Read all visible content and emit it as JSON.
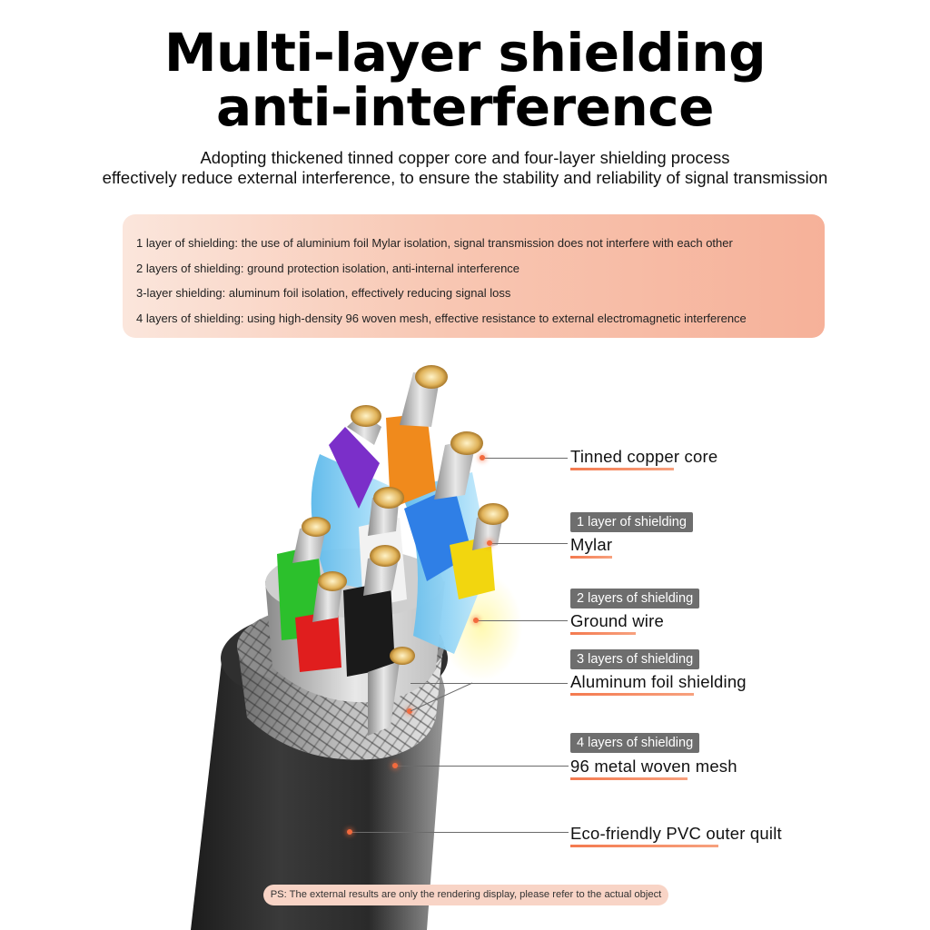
{
  "header": {
    "title_line1": "Multi-layer shielding",
    "title_line2": "anti-interference",
    "subtitle_line1": "Adopting thickened tinned copper core and four-layer shielding process",
    "subtitle_line2": "effectively reduce external interference, to ensure the stability and reliability of signal transmission"
  },
  "info_box": {
    "lines": [
      "1 layer of shielding: the use of aluminium foil Mylar isolation, signal transmission does not interfere with each other",
      "2 layers of shielding: ground protection isolation, anti-internal interference",
      "3-layer shielding: aluminum foil isolation, effectively reducing signal loss",
      "4 layers of shielding: using high-density 96 woven mesh, effective resistance to external electromagnetic interference"
    ]
  },
  "callouts": {
    "core": "Tinned copper core",
    "layer1_tag": "1 layer of shielding",
    "layer1": "Mylar",
    "layer2_tag": "2 layers of shielding",
    "layer2": "Ground wire",
    "layer3_tag": "3 layers of shielding",
    "layer3": "Aluminum foil shielding",
    "layer4_tag": "4 layers of shielding",
    "layer4": "96 metal woven mesh",
    "outer": "Eco-friendly PVC outer quilt"
  },
  "footer": {
    "note": "PS: The external results are only the rendering display, please refer to the actual object"
  },
  "colors": {
    "accent": "#f36a3d",
    "pill_bg": "#6e6e6e",
    "box_start": "#fbe6dc",
    "box_end": "#f6b199",
    "wire_purple": "#7b2fc9",
    "wire_orange": "#f08a1c",
    "wire_blue": "#2f7fe6",
    "wire_yellow": "#f2d60f",
    "wire_green": "#2cc02c",
    "wire_red": "#e01e1e",
    "wire_black": "#1a1a1a",
    "wire_white": "#f2f2f2",
    "jacket": "#2b2b2b"
  }
}
